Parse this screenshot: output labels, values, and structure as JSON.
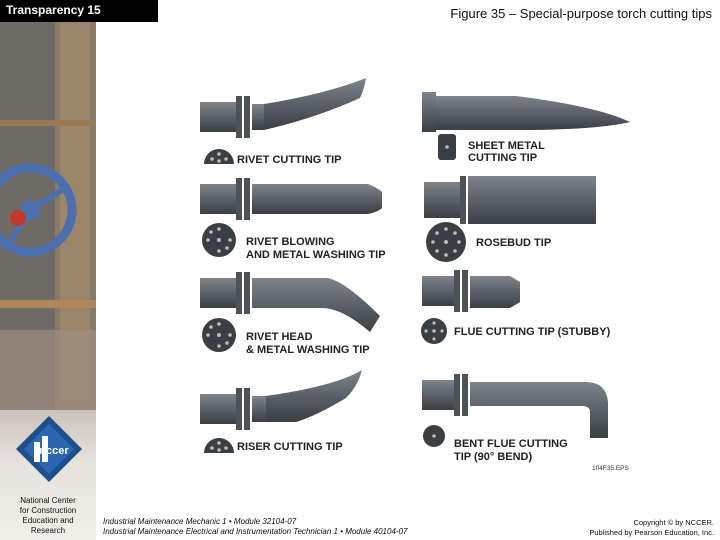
{
  "header": {
    "transparency_label": "Transparency 15",
    "figure_title": "Figure 35 – Special-purpose torch cutting tips"
  },
  "sidebar": {
    "logo_text": "nccer",
    "org_lines": [
      "National Center",
      "for Construction",
      "Education and",
      "Research"
    ]
  },
  "tips": [
    {
      "line1": "RIVET CUTTING TIP",
      "line2": ""
    },
    {
      "line1": "SHEET METAL",
      "line2": "CUTTING TIP"
    },
    {
      "line1": "RIVET BLOWING",
      "line2": "AND METAL WASHING TIP"
    },
    {
      "line1": "ROSEBUD TIP",
      "line2": ""
    },
    {
      "line1": "RIVET HEAD",
      "line2": "& METAL WASHING TIP"
    },
    {
      "line1": "FLUE CUTTING TIP (STUBBY)",
      "line2": ""
    },
    {
      "line1": "RISER CUTTING TIP",
      "line2": ""
    },
    {
      "line1": "BENT FLUE CUTTING",
      "line2": "TIP (90° BEND)"
    }
  ],
  "figure_code": "104F35.EPS",
  "footer": {
    "module_line1": "Industrial Maintenance Mechanic 1 • Module 32104-07",
    "module_line2": "Industrial Maintenance Electrical and Instrumentation Technician 1 • Module 40104-07",
    "copyright_line1": "Copyright © by NCCER.",
    "copyright_line2": "Published by Pearson Education, Inc."
  },
  "colors": {
    "tip_metal": "#5d646b",
    "tip_dark": "#3a3f44",
    "tip_light": "#7d858c",
    "title_bar": "#000000"
  }
}
